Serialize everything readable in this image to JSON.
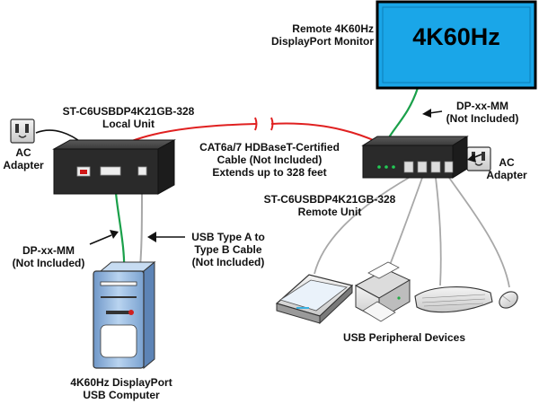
{
  "labels": {
    "monitor_title_line1": "Remote 4K60Hz",
    "monitor_title_line2": "DisplayPort Monitor",
    "monitor_screen": "4K60Hz",
    "dp_cable_remote_line1": "DP-xx-MM",
    "dp_cable_remote_line2": "(Not Included)",
    "ac_adapter_remote_line1": "AC",
    "ac_adapter_remote_line2": "Adapter",
    "local_unit_line1": "ST-C6USBDP4K21GB-328",
    "local_unit_line2": "Local Unit",
    "ac_adapter_local_line1": "AC",
    "ac_adapter_local_line2": "Adapter",
    "cable_line1": "CAT6a/7 HDBaseT-Certified",
    "cable_line2": "Cable (Not Included)",
    "cable_line3": "Extends up to 328 feet",
    "remote_unit_line1": "ST-C6USBDP4K21GB-328",
    "remote_unit_line2": "Remote Unit",
    "usb_cable_line1": "USB Type A to",
    "usb_cable_line2": "Type B Cable",
    "usb_cable_line3": "(Not Included)",
    "dp_cable_local_line1": "DP-xx-MM",
    "dp_cable_local_line2": "(Not Included)",
    "usb_peripherals": "USB Peripheral Devices",
    "computer_line1": "4K60Hz DisplayPort",
    "computer_line2": "USB Computer"
  },
  "colors": {
    "cat_cable": "#e02020",
    "dp_cable": "#1aa04a",
    "usb_cable": "#a8a8a8",
    "power_cable": "#111111",
    "monitor_screen": "#1aa6e8",
    "unit_body": "#2a2a2a",
    "computer_body": "#9cc2e8"
  },
  "icons": [
    "monitor-icon",
    "local-unit-icon",
    "remote-unit-icon",
    "ac-adapter-icon",
    "computer-tower-icon",
    "scanner-icon",
    "printer-icon",
    "keyboard-icon",
    "mouse-icon",
    "arrow-icon",
    "cable-break-icon"
  ]
}
